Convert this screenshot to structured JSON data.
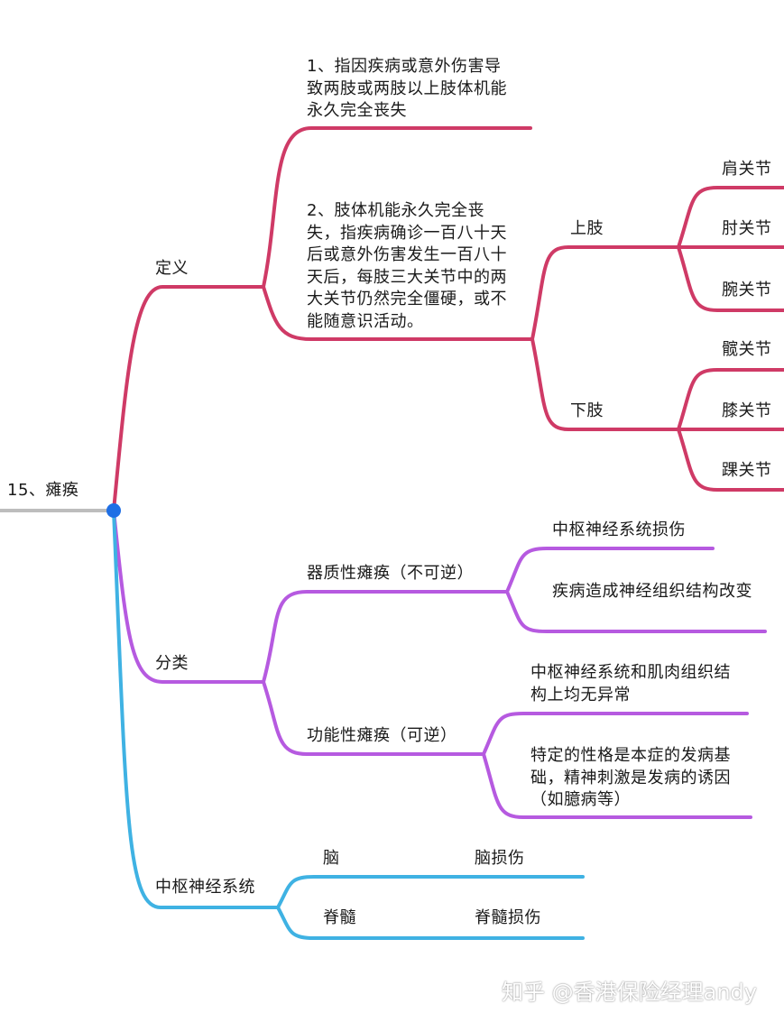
{
  "root": {
    "label": "15、瘫痪"
  },
  "colors": {
    "root_line": "#bdbdbd",
    "root_dot": "#1f6fe5",
    "definition": "#cf3a66",
    "classification": "#b65ae0",
    "cns": "#3fb2e3"
  },
  "definition": {
    "label": "定义",
    "item1": "1、指因疾病或意外伤害导致两肢或两肢以上肢体机能永久完全丧失",
    "item2": "2、肢体机能永久完全丧失，指疾病确诊一百八十天后或意外伤害发生一百八十天后，每肢三大关节中的两大关节仍然完全僵硬，或不能随意识活动。",
    "upper_limb": {
      "label": "上肢",
      "joints": [
        "肩关节",
        "肘关节",
        "腕关节"
      ]
    },
    "lower_limb": {
      "label": "下肢",
      "joints": [
        "髋关节",
        "膝关节",
        "踝关节"
      ]
    }
  },
  "classification": {
    "label": "分类",
    "organic": {
      "label": "器质性瘫痪（不可逆）",
      "items": [
        "中枢神经系统损伤",
        "疾病造成神经组织结构改变"
      ]
    },
    "functional": {
      "label": "功能性瘫痪（可逆）",
      "items": [
        "中枢神经系统和肌肉组织结构上均无异常",
        "特定的性格是本症的发病基础，精神刺激是发病的诱因（如臆病等）"
      ]
    }
  },
  "cns": {
    "label": "中枢神经系统",
    "brain": {
      "label": "脑",
      "child": "脑损伤"
    },
    "spinal": {
      "label": "脊髓",
      "child": "脊髓损伤"
    }
  },
  "watermark": "知乎 @香港保险经理andy"
}
